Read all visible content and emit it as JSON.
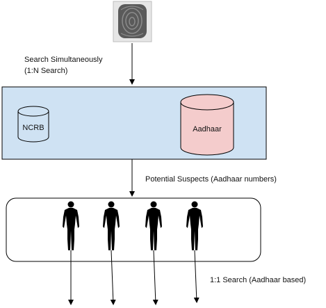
{
  "labels": {
    "search_simultaneously": "Search Simultaneously",
    "search_mode": "(1:N Search)",
    "potential_suspects": "Potential Suspects (Aadhaar numbers)",
    "one_to_one_search": "1:1 Search (Aadhaar based)"
  },
  "databases": {
    "ncrb": "NCRB",
    "aadhaar": "Aadhaar"
  },
  "colors": {
    "panel_fill": "#cfe2f3",
    "aadhaar_fill": "#f4cccc",
    "ncrb_fill": "#cfe2f3",
    "stroke": "#000000"
  },
  "icons": {
    "input": "fingerprint-icon",
    "suspect": "person-silhouette-icon"
  }
}
